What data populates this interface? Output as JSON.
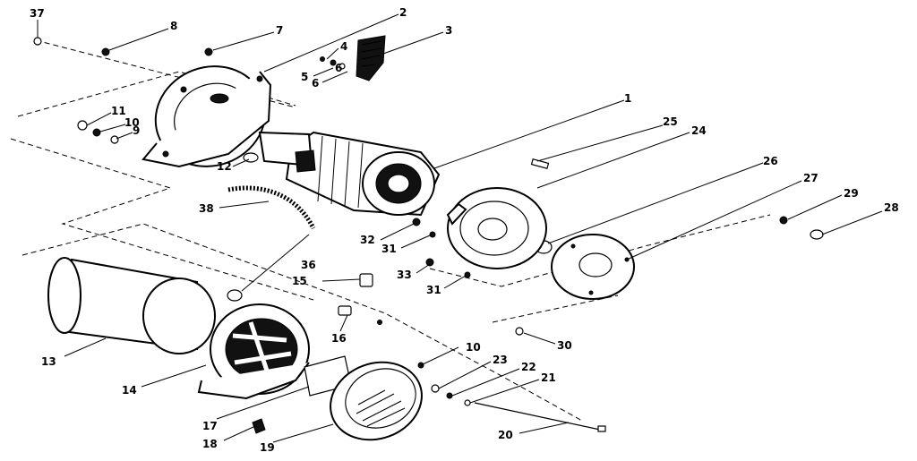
{
  "diagram": {
    "type": "exploded-parts-diagram",
    "callouts": {
      "c1": "1",
      "c2": "2",
      "c3": "3",
      "c4": "4",
      "c5": "5",
      "c6": "6",
      "c7": "7",
      "c8": "8",
      "c9": "9",
      "c10a": "10",
      "c10b": "10",
      "c11": "11",
      "c12": "12",
      "c13": "13",
      "c14": "14",
      "c15": "15",
      "c16": "16",
      "c17": "17",
      "c18": "18",
      "c19": "19",
      "c20": "20",
      "c21": "21",
      "c22": "22",
      "c23": "23",
      "c24": "24",
      "c25": "25",
      "c26": "26",
      "c27": "27",
      "c28": "28",
      "c29": "29",
      "c30": "30",
      "c31a": "31",
      "c31b": "31",
      "c32": "32",
      "c33": "33",
      "c36": "36",
      "c37": "37",
      "c38": "38",
      "c6b": "6"
    }
  }
}
